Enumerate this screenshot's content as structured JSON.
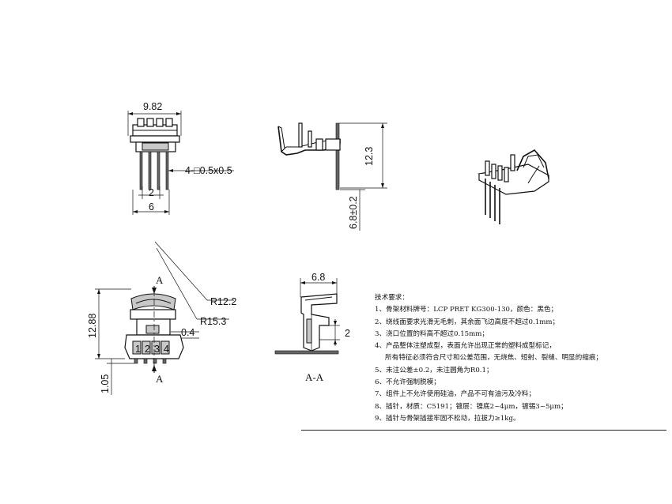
{
  "top_view": {
    "width_dim": "9.82",
    "pin_dim": "4-□0.5x0.5",
    "pitch_dim": "2",
    "span_dim": "6"
  },
  "side_view": {
    "height_dim": "12.3",
    "pin_len_dim": "6.8±0.2"
  },
  "front_view": {
    "section_mark": "A",
    "radius_outer": "R12.2",
    "radius_inner": "R15.3",
    "gap_dim": "0.4",
    "height_dim": "12.88",
    "offset_dim": "1.05",
    "pin_numbers": [
      "1",
      "2",
      "3",
      "4"
    ]
  },
  "section_view": {
    "width_dim": "6.8",
    "step_dim": "2",
    "label": "A-A"
  },
  "notes": {
    "heading": "技术要求：",
    "items": [
      "1、骨架材料牌号：LCP PRET KG300-130，颜色：黑色；",
      "2、绕线面要求光滑无毛刺，其余面飞边高度不超过0.1mm；",
      "3、浇口位置的料高不超过0.15mm；",
      "4、产品整体注塑成型，表面允许出现正常的塑料成型标记，",
      "所有特征必须符合尺寸和公差范围，无烧焦、短射、裂缝、明显的缩痕；",
      "5、未注公差±0.2，未注圆角为R0.1；",
      "6、不允许强制脱模；",
      "7、组件上不允许使用硅油，产品不可有油污及冷料；",
      "8、插针，材质：C5191；镀层：镍底2~4μm，镀锡3~5μm；",
      "9、插针与骨架插接牢固不松动，拉拔力≥1kg。"
    ]
  }
}
